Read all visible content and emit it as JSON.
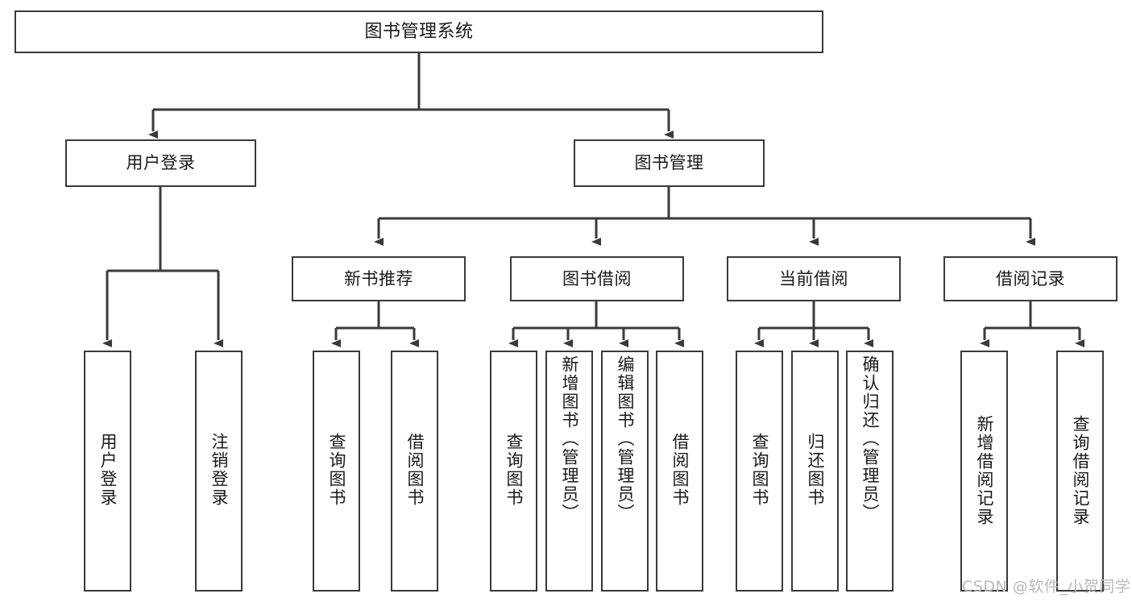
{
  "diagram": {
    "type": "tree",
    "title": "图书管理系统",
    "orientation": "top-down",
    "levels": 4,
    "root": {
      "id": "root",
      "label": "图书管理系统"
    },
    "level2": [
      {
        "id": "user-login",
        "label": "用户登录"
      },
      {
        "id": "book-manage",
        "label": "图书管理"
      }
    ],
    "level3": [
      {
        "id": "new-book-rec",
        "label": "新书推荐",
        "parent": "book-manage"
      },
      {
        "id": "book-borrow",
        "label": "图书借阅",
        "parent": "book-manage"
      },
      {
        "id": "current-borrow",
        "label": "当前借阅",
        "parent": "book-manage"
      },
      {
        "id": "borrow-record",
        "label": "借阅记录",
        "parent": "book-manage"
      }
    ],
    "leaves": [
      {
        "id": "leaf-user-login",
        "label": "用户登录",
        "parent": "user-login"
      },
      {
        "id": "leaf-logout",
        "label": "注销登录",
        "parent": "user-login"
      },
      {
        "id": "leaf-query-book-1",
        "label": "查询图书",
        "parent": "new-book-rec"
      },
      {
        "id": "leaf-borrow-book-1",
        "label": "借阅图书",
        "parent": "new-book-rec"
      },
      {
        "id": "leaf-query-book-2",
        "label": "查询图书",
        "parent": "book-borrow"
      },
      {
        "id": "leaf-add-book",
        "label": "新增图书（管理员）",
        "parent": "book-borrow"
      },
      {
        "id": "leaf-edit-book",
        "label": "编辑图书（管理员）",
        "parent": "book-borrow"
      },
      {
        "id": "leaf-borrow-book-2",
        "label": "借阅图书",
        "parent": "book-borrow"
      },
      {
        "id": "leaf-query-book-3",
        "label": "查询图书",
        "parent": "current-borrow"
      },
      {
        "id": "leaf-return-book",
        "label": "归还图书",
        "parent": "current-borrow"
      },
      {
        "id": "leaf-confirm-return",
        "label": "确认归还（管理员）",
        "parent": "current-borrow"
      },
      {
        "id": "leaf-add-record",
        "label": "新增借阅记录",
        "parent": "borrow-record"
      },
      {
        "id": "leaf-query-record",
        "label": "查询借阅记录",
        "parent": "borrow-record"
      }
    ],
    "colors": {
      "box_border": "#3a3a3a",
      "box_fill": "#ffffff",
      "edge": "#3a3a3a",
      "text": "#1a1a1a",
      "watermark": "#b9b9b9",
      "background": "#ffffff"
    }
  },
  "watermark": {
    "text": "CSDN @软件_小贺同学"
  }
}
